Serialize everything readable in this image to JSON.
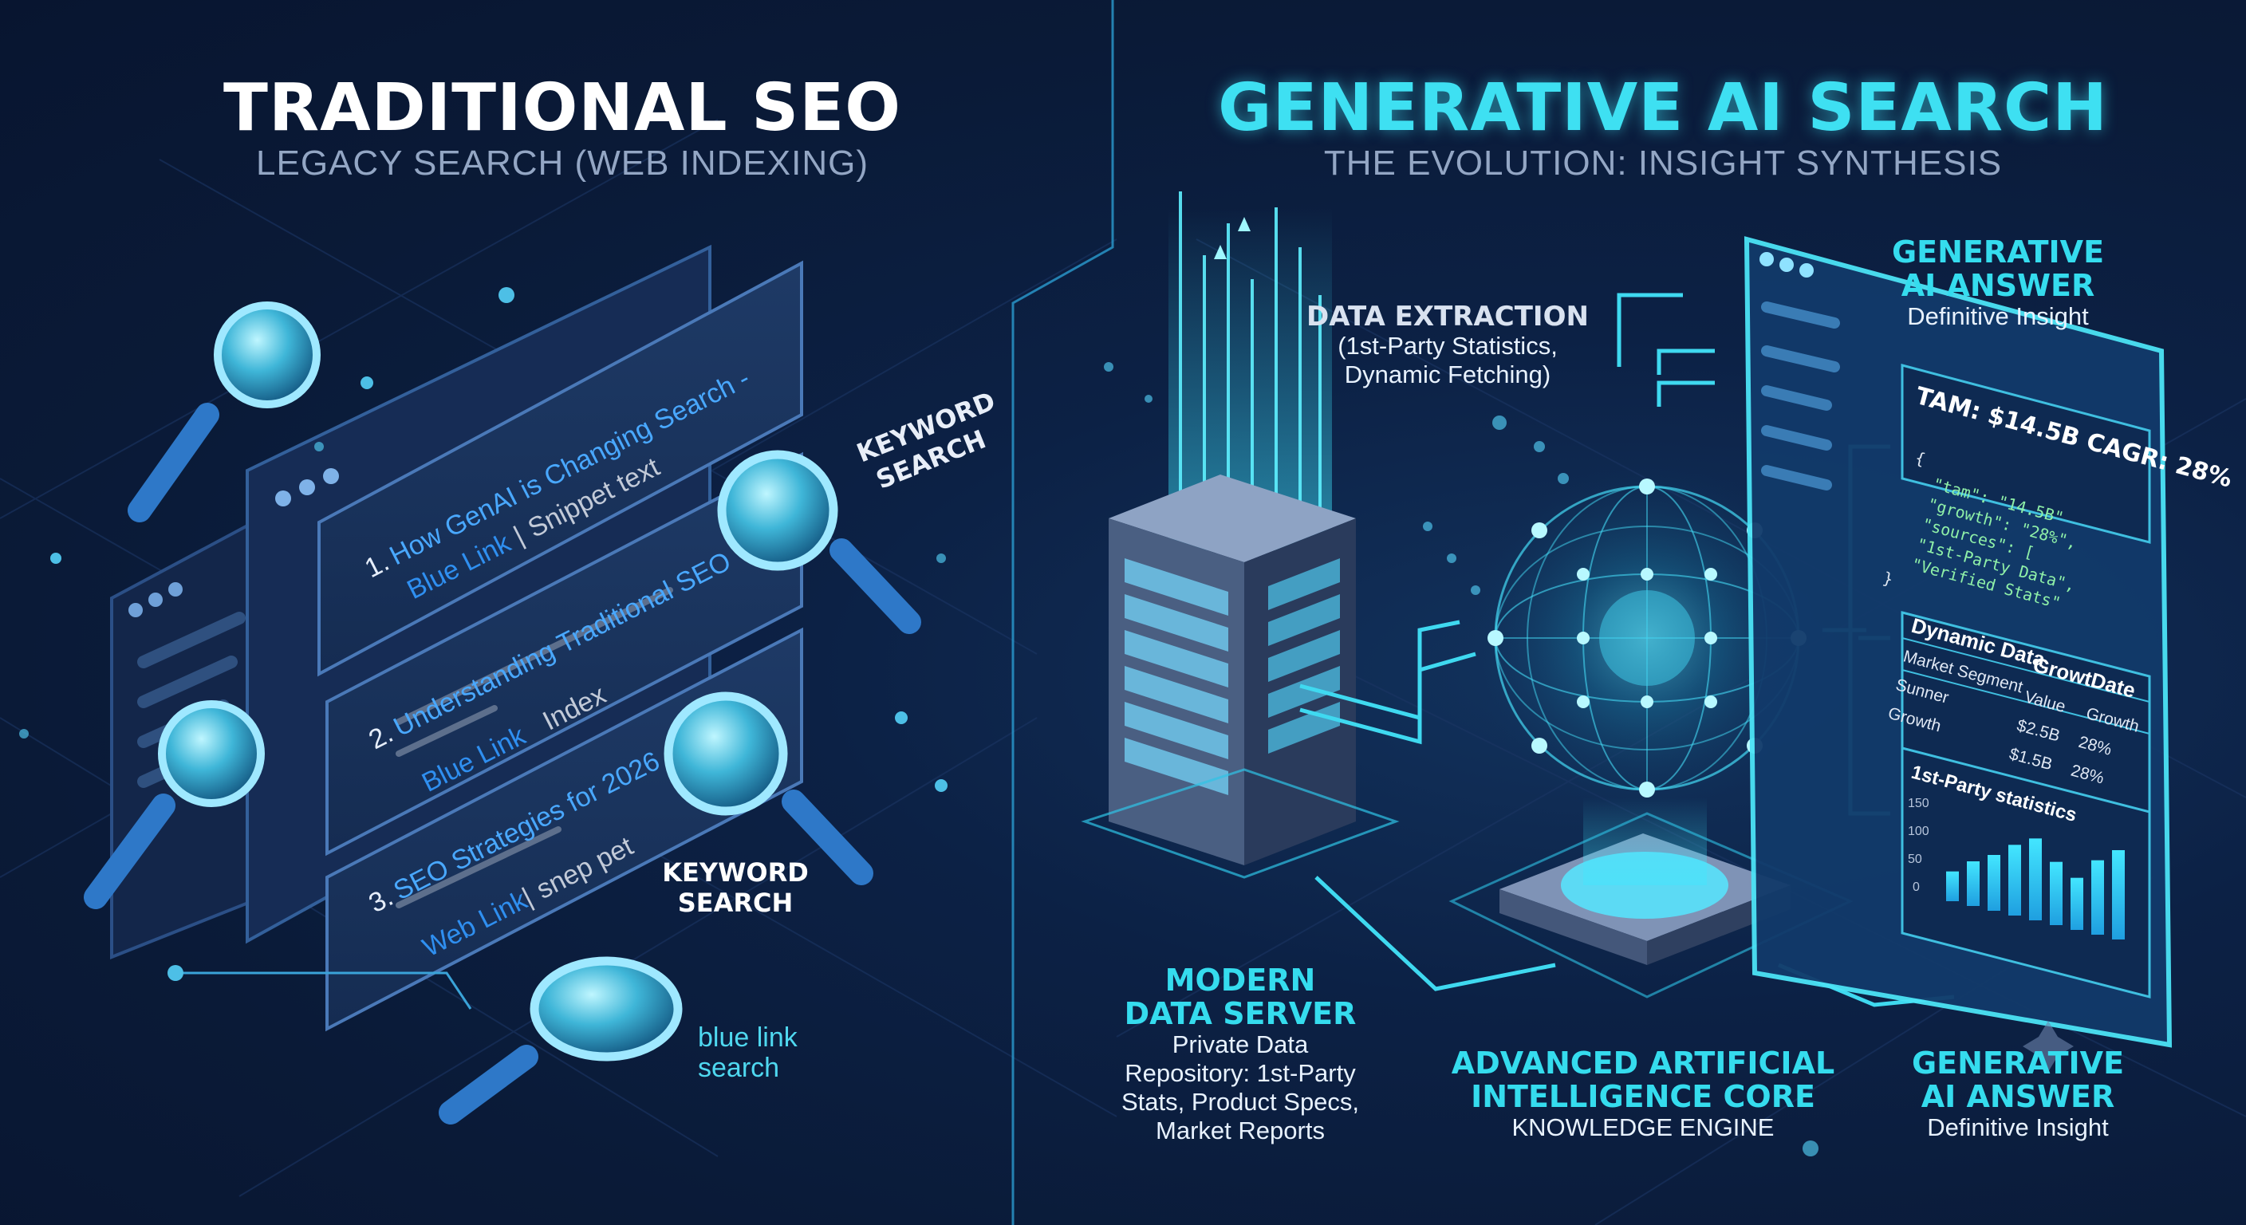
{
  "left": {
    "title": "TRADITIONAL SEO",
    "subtitle": "LEGACY SEARCH (WEB INDEXING)",
    "results": [
      {
        "num": "1.",
        "title": "How GenAI is Changing Search -",
        "link": "Blue Link",
        "sep": "|",
        "snippet": "Snippet text"
      },
      {
        "num": "2.",
        "title": "Understanding Traditional SEO",
        "link": "Blue Link",
        "sep": "",
        "snippet": "Index"
      },
      {
        "num": "3.",
        "title": "SEO Strategies for 2026",
        "link": "Web Link",
        "sep": "|",
        "snippet": "snep pet"
      }
    ],
    "keyword_search_1": [
      "KEYWORD",
      "SEARCH"
    ],
    "keyword_search_2": [
      "KEYWORD",
      "SEARCH"
    ],
    "blue_link_search": [
      "blue link",
      "search"
    ]
  },
  "right": {
    "title": "GENERATIVE AI SEARCH",
    "subtitle": "THE EVOLUTION: INSIGHT SYNTHESIS",
    "data_extraction": {
      "title": "DATA EXTRACTION",
      "lines": [
        "(1st-Party Statistics,",
        "Dynamic Fetching)"
      ]
    },
    "server": {
      "title": [
        "MODERN",
        "DATA SERVER"
      ],
      "lines": [
        "Private Data",
        "Repository: 1st-Party",
        "Stats, Product Specs,",
        "Market Reports"
      ]
    },
    "core": {
      "title": [
        "ADVANCED ARTIFICIAL",
        "INTELLIGENCE CORE"
      ],
      "subtitle": "KNOWLEDGE ENGINE"
    },
    "answer_top": {
      "title": [
        "GENERATIVE",
        "AI ANSWER"
      ],
      "subtitle": "Definitive Insight"
    },
    "answer_bottom": {
      "title": [
        "GENERATIVE",
        "AI ANSWER"
      ],
      "subtitle": "Definitive Insight"
    },
    "panel": {
      "headline": "TAM: $14.5B CAGR: 28%",
      "json_lines": [
        "{",
        "\"tam\": \"14.5B\"",
        "\"growth\": \"28%\",",
        "\"sources\": [",
        "\"1st-Party Data\",",
        "\"Verified Stats\"",
        "}"
      ],
      "table_title": "Dynamic Data",
      "table_headers": [
        "Growt",
        "Date"
      ],
      "table_rows": [
        [
          "Market Segment",
          "Value",
          "Growth"
        ],
        [
          "Sunner",
          "$2.5B",
          "28%"
        ],
        [
          "Growth",
          "$1.5B",
          "28%"
        ]
      ],
      "chart_title": "1st-Party statistics",
      "chart_ticks": [
        "150",
        "100",
        "50",
        "0"
      ],
      "chart_values": [
        40,
        60,
        75,
        95,
        110,
        85,
        70,
        100,
        120
      ]
    }
  },
  "colors": {
    "cyan": "#35dcee",
    "bg": "#0b1a35",
    "blue_link": "#2f8ff0"
  }
}
